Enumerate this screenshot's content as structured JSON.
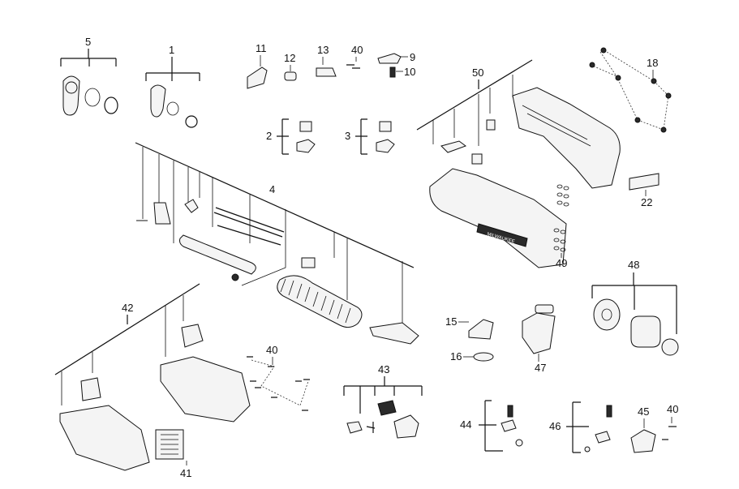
{
  "labels": {
    "p1": "1",
    "p2": "2",
    "p3": "3",
    "p4": "4",
    "p5": "5",
    "p9": "9",
    "p10": "10",
    "p11": "11",
    "p12": "12",
    "p13": "13",
    "p15": "15",
    "p16": "16",
    "p18": "18",
    "p22": "22",
    "p40a": "40",
    "p40b": "40",
    "p40c": "40",
    "p41": "41",
    "p42": "42",
    "p43": "43",
    "p44": "44",
    "p45": "45",
    "p46": "46",
    "p47": "47",
    "p48": "48",
    "p49": "49",
    "p50": "50"
  },
  "brand_text": "MILWAUKEE",
  "colors": {
    "line": "#111111",
    "fill": "#f4f4f4",
    "dark": "#2a2a2a"
  }
}
